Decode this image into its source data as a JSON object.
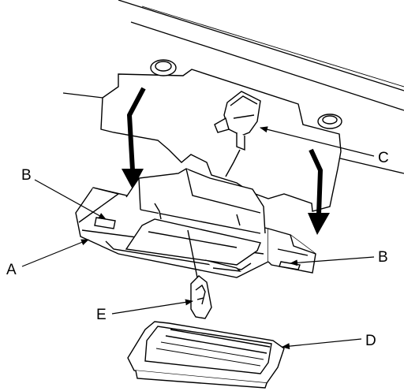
{
  "callouts": {
    "a": "A",
    "b_left": "B",
    "b_right": "B",
    "c": "C",
    "d": "D",
    "e": "E"
  }
}
